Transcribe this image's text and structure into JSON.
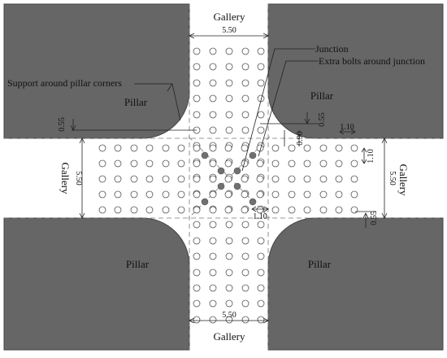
{
  "labels": {
    "gallery_top": "Gallery",
    "gallery_bottom": "Gallery",
    "gallery_left": "Gallery",
    "gallery_right": "Gallery",
    "pillar_top_left": "Pillar",
    "pillar_top_right": "Pillar",
    "pillar_bottom_left": "Pillar",
    "pillar_bottom_right": "Pillar",
    "junction": "Junction",
    "extra_bolts": "Extra bolts around junction",
    "support_corners": "Support around pillar corners"
  },
  "dimensions": {
    "top_width": "5.50",
    "bottom_width": "5.50",
    "left_width": "5.50",
    "right_width": "5.50",
    "left_offset": "0.55",
    "right_offset": "0.55",
    "right_bottom_offset": "0.55",
    "spacing_upper": "1.10",
    "spacing_right": "1.10",
    "spacing_center": "1.10",
    "diag_spacing": "0.90"
  },
  "colors": {
    "pillar_fill": "#666666",
    "bolt_extra": "#707070",
    "line": "#222222"
  }
}
